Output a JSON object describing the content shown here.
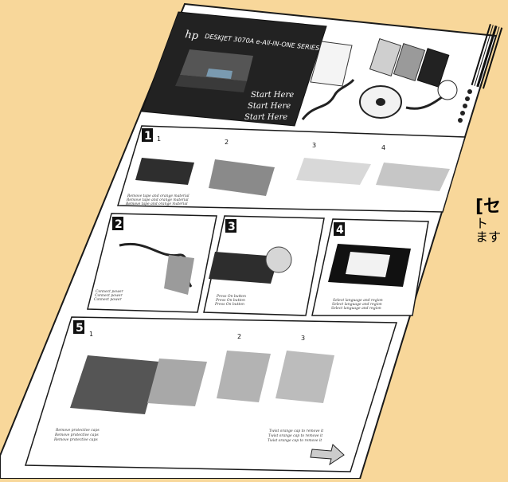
{
  "colors": {
    "background": "#f8d79a",
    "sheet": "#ffffff",
    "outline": "#1a1a1a",
    "header_dark": "#222222"
  },
  "header": {
    "brand_logo": "hp",
    "model": "DESKJET 3070A e-All-IN-ONE SERIES",
    "start_lines": [
      "Start Here",
      "Start Here",
      "Start Here"
    ]
  },
  "steps": [
    {
      "number": "1",
      "sub": [
        "1",
        "2",
        "3",
        "4"
      ],
      "caption": [
        "Remove tape and orange material",
        "Remove tape and orange material",
        "Remove tape and orange material"
      ]
    },
    {
      "number": "2",
      "caption": [
        "Connect power",
        "Connect power",
        "Connect power"
      ]
    },
    {
      "number": "3",
      "caption": [
        "Press On button",
        "Press On button",
        "Press On button"
      ]
    },
    {
      "number": "4",
      "caption": [
        "Select language and region",
        "Select language and region",
        "Select language and region"
      ]
    },
    {
      "number": "5",
      "sub": [
        "1",
        "2",
        "3"
      ],
      "caption_left": [
        "Remove protective caps",
        "Remove protective caps",
        "Remove protective caps"
      ],
      "caption_right": [
        "Twist orange cap to remove it",
        "Twist orange cap to remove it",
        "Twist orange cap to remove it"
      ]
    }
  ],
  "side_text": {
    "title": "[セ",
    "lines": [
      "ト",
      "ます"
    ]
  },
  "icons": [
    "hp-logo-icon",
    "printer-icon",
    "cartridge-icon",
    "cd-icon",
    "usb-cable-icon",
    "power-cord-icon",
    "barcode-icon",
    "next-arrow-icon"
  ]
}
